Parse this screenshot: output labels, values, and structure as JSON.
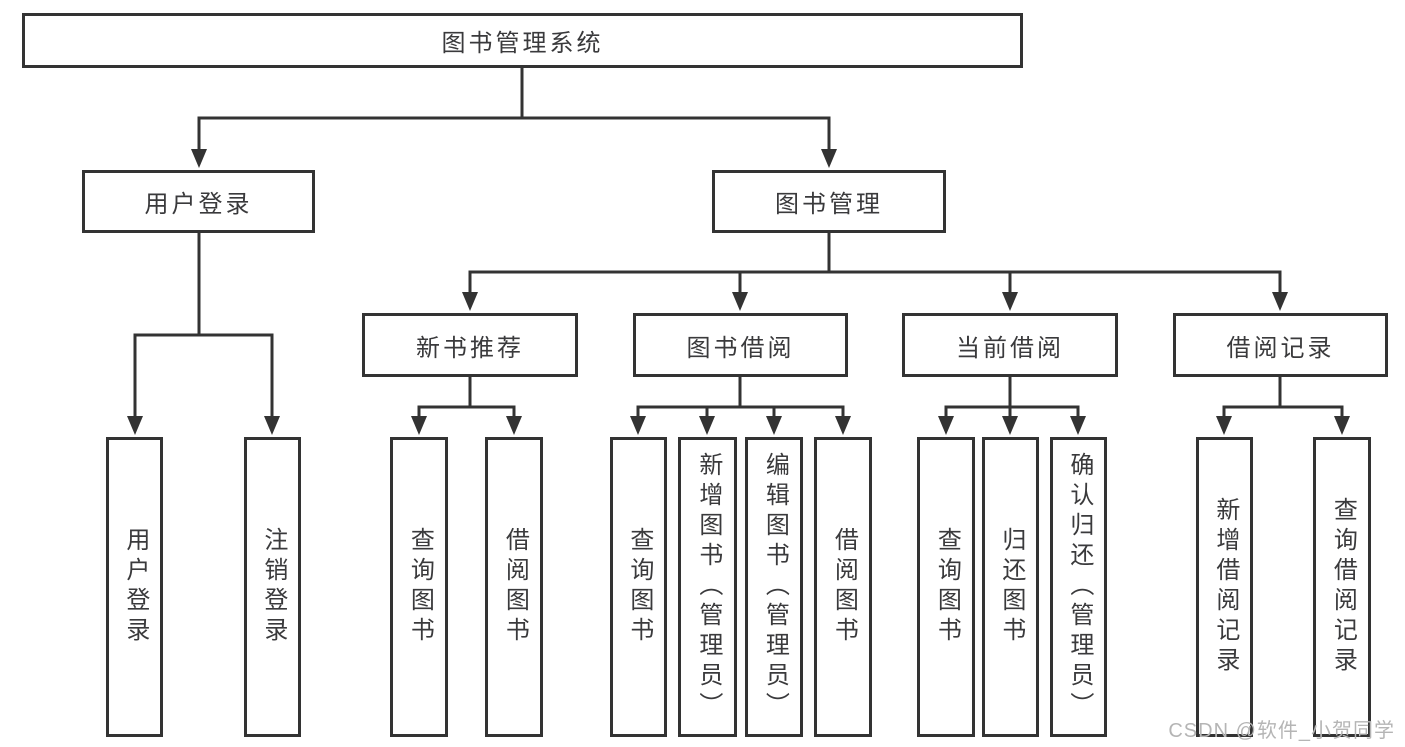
{
  "nodes": {
    "root": "图书管理系统",
    "login": "用户登录",
    "bookMgmt": "图书管理",
    "newBookRec": "新书推荐",
    "bookBorrow": "图书借阅",
    "currentBorrow": "当前借阅",
    "borrowRecord": "借阅记录",
    "leafUserLogin": "用户登录",
    "leafLogout": "注销登录",
    "leafRecQueryBook": "查询图书",
    "leafRecBorrowBook": "借阅图书",
    "leafBbQueryBook": "查询图书",
    "leafBbAddBook": "新增图书（管理员）",
    "leafBbEditBook": "编辑图书（管理员）",
    "leafBbBorrowBook": "借阅图书",
    "leafCbQueryBook": "查询图书",
    "leafCbReturnBook": "归还图书",
    "leafCbConfirmReturn": "确认归还（管理员）",
    "leafBrAddRecord": "新增借阅记录",
    "leafBrQueryRecord": "查询借阅记录"
  },
  "watermark": "CSDN @软件_小贺同学",
  "colors": {
    "line": "#333333",
    "text": "#3a3a3c",
    "watermark": "#b5b5b5",
    "background": "#ffffff"
  }
}
